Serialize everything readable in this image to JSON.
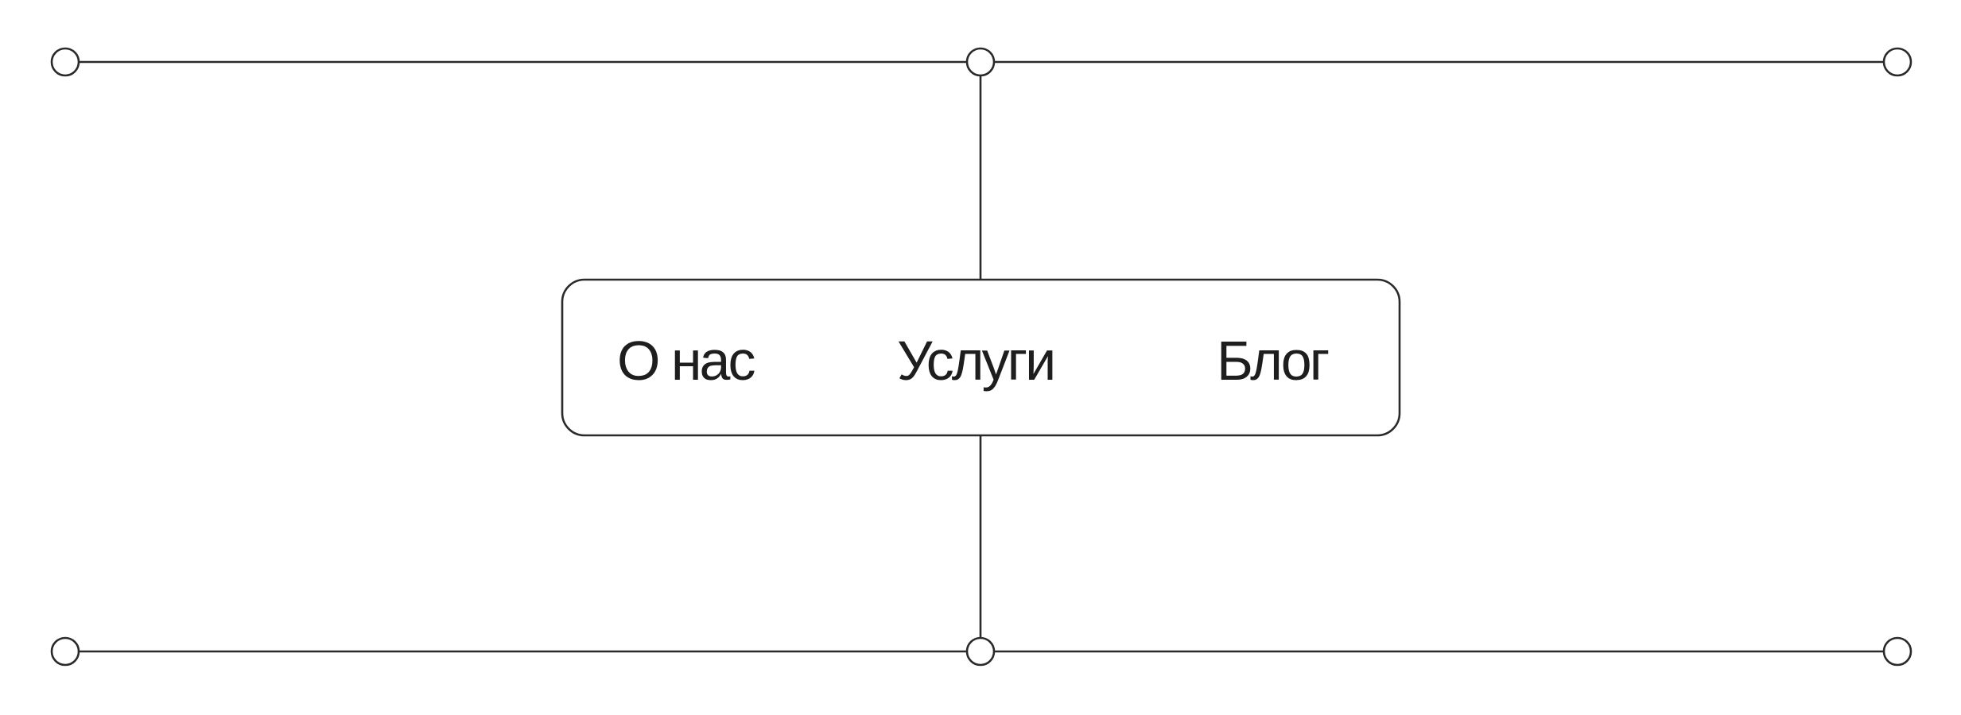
{
  "nav": {
    "items": [
      {
        "label": "О нас"
      },
      {
        "label": "Услуги"
      },
      {
        "label": "Блог"
      }
    ]
  },
  "colors": {
    "stroke": "#2a2a2a",
    "text": "#1e1e1e",
    "background": "#ffffff"
  }
}
